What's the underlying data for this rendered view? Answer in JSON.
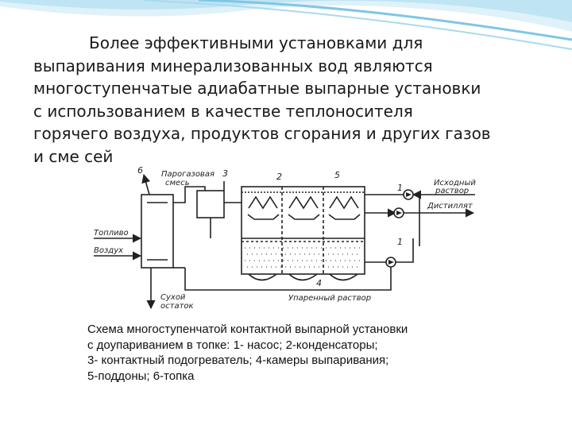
{
  "paragraph": {
    "lines": [
      "Более эффективными установками для",
      "выпаривания минерализованных вод являются",
      "многоступенчатые адиабатные выпарные установки",
      "с использованием в качестве теплоносителя",
      "горячего воздуха, продуктов сгорания и других газов",
      "и сме сей"
    ]
  },
  "diagram": {
    "labels": {
      "steam_gas": [
        "Парогазовая",
        "смесь"
      ],
      "fuel": "Топливо",
      "air": "Воздух",
      "dry_residue": [
        "Сухой",
        "остаток"
      ],
      "feed": [
        "Исходный",
        "раствор"
      ],
      "distillate": "Дистиллят",
      "evaporated": "Упаренный раствор"
    },
    "numbers": {
      "n6": "6",
      "n3": "3",
      "n2": "2",
      "n5": "5",
      "n1a": "1",
      "n1b": "1",
      "n4": "4"
    }
  },
  "caption": {
    "lines": [
      "Схема многоступенчатой контактной выпарной установки",
      "с доупариванием в топке: 1- насос; 2-конденсаторы;",
      "3- контактный подогреватель; 4-камеры выпаривания;",
      "5-поддоны; 6-топка"
    ]
  }
}
